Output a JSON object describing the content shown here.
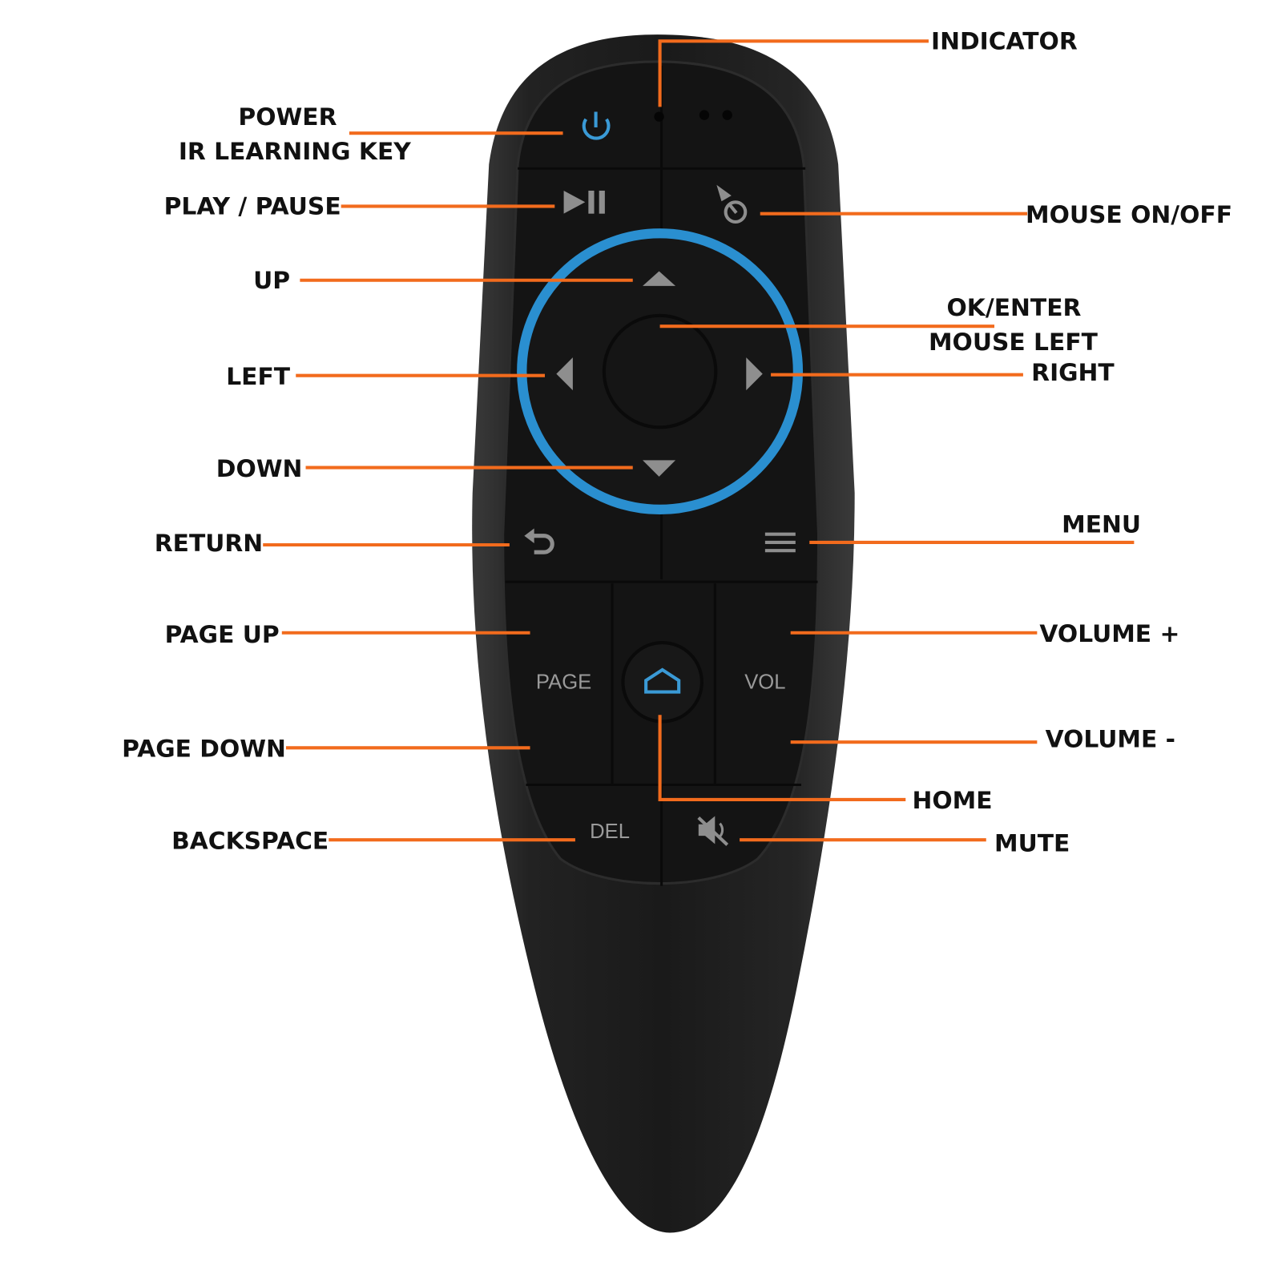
{
  "labels": {
    "indicator": "INDICATOR",
    "power": "POWER",
    "ir_learning": "IR LEARNING KEY",
    "play_pause": "PLAY / PAUSE",
    "mouse_toggle": "MOUSE ON/OFF",
    "up": "UP",
    "ok_enter": "OK/ENTER",
    "mouse_left": "MOUSE LEFT",
    "left": "LEFT",
    "right": "RIGHT",
    "down": "DOWN",
    "return": "RETURN",
    "menu": "MENU",
    "page_up": "PAGE UP",
    "volume_up": "VOLUME +",
    "page_down": "PAGE DOWN",
    "volume_down": "VOLUME -",
    "home": "HOME",
    "backspace": "BACKSPACE",
    "mute": "MUTE"
  },
  "keys": {
    "page": "PAGE",
    "vol": "VOL",
    "del": "DEL"
  },
  "colors": {
    "callout": "#f26b1d",
    "accent": "#2a8fd0",
    "body": "#1c1c1c"
  }
}
